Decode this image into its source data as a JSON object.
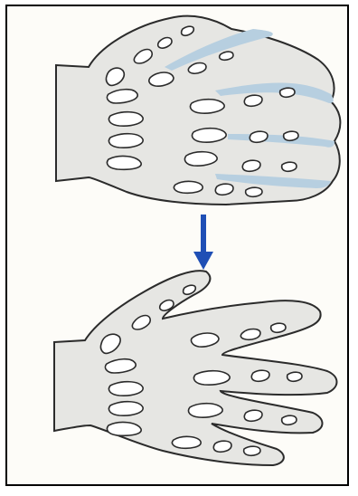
{
  "figure": {
    "panels": [
      "webbed-hand",
      "separated-hand"
    ],
    "transition": "arrow-down",
    "colors": {
      "tissue": "#e6e6e3",
      "outline": "#2b2b2b",
      "bone": "#ffffff",
      "webbing": "#b7cfe0",
      "arrow": "#1f4fb5",
      "border": "#000000"
    }
  }
}
